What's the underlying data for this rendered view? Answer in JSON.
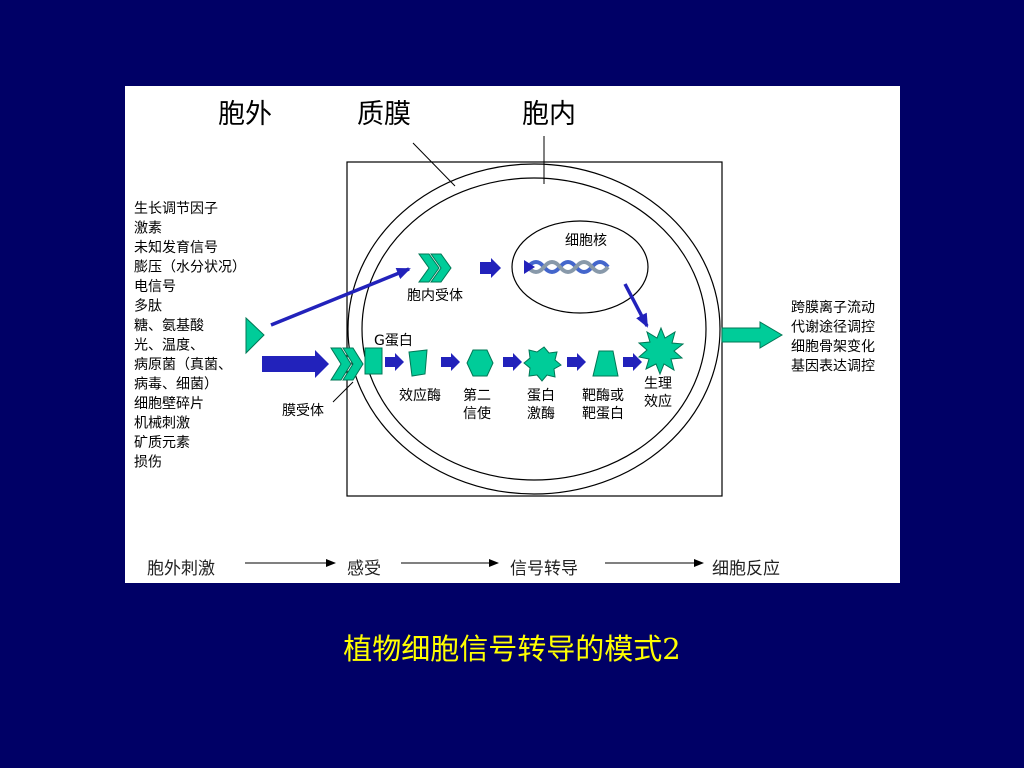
{
  "caption": "植物细胞信号转导的模式2",
  "colors": {
    "background": "#000066",
    "teal": "#00cc99",
    "blue_arrow": "#2222bb",
    "caption": "#ffff00"
  },
  "header": {
    "outside": "胞外",
    "membrane": "质膜",
    "inside": "胞内"
  },
  "stimuli": [
    "生长调节因子",
    "激素",
    "未知发育信号",
    "膨压（水分状况）",
    "电信号",
    "多肽",
    "糖、氨基酸",
    "光、温度、",
    "病原菌（真菌、",
    "病毒、细菌）",
    "细胞壁碎片",
    "机械刺激",
    "矿质元素",
    "损伤"
  ],
  "labels": {
    "nucleus": "细胞核",
    "intracellular_receptor": "胞内受体",
    "g_protein": "G蛋白",
    "membrane_receptor": "膜受体",
    "effector_enzyme": "效应酶",
    "second_messenger": [
      "第二",
      "信使"
    ],
    "protein_kinase": [
      "蛋白",
      "激酶"
    ],
    "target": [
      "靶酶或",
      "靶蛋白"
    ],
    "physiological_effect": [
      "生理",
      "效应"
    ]
  },
  "responses": [
    "跨膜离子流动",
    "代谢途径调控",
    "细胞骨架变化",
    "基因表达调控"
  ],
  "flow": [
    "胞外刺激",
    "感受",
    "信号转导",
    "细胞反应"
  ]
}
